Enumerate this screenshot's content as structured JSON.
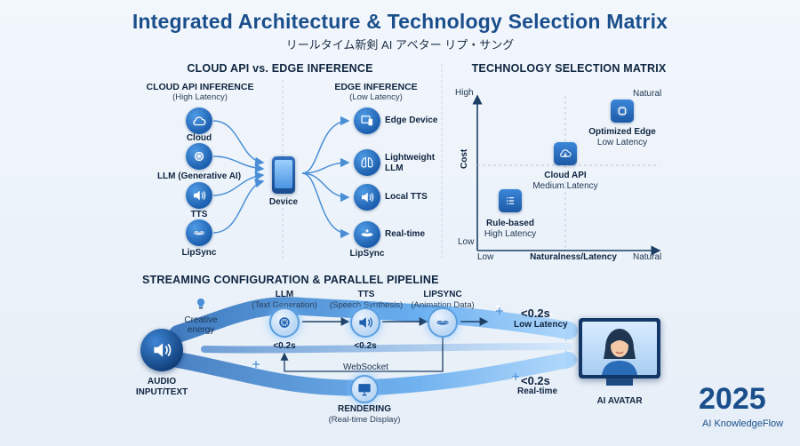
{
  "header": {
    "title": "Integrated Architecture & Technology Selection Matrix",
    "subtitle": "リールタイム新剣 AI アベター リプ・サング"
  },
  "cloud_vs_edge": {
    "section_title": "CLOUD API vs. EDGE INFERENCE",
    "cloud": {
      "title": "CLOUD API INFERENCE",
      "subtitle": "(High Latency)",
      "items": [
        "Cloud",
        "LLM (Generative AI)",
        "TTS",
        "LipSync"
      ]
    },
    "device_label": "Device",
    "edge": {
      "title": "EDGE INFERENCE",
      "subtitle": "(Low Latency)",
      "items": [
        "Edge Device",
        "Lightweight LLM",
        "Local TTS",
        "Real-time",
        "LipSync"
      ]
    }
  },
  "matrix": {
    "section_title": "TECHNOLOGY SELECTION MATRIX",
    "y_axis_label": "Cost",
    "y_high": "High",
    "y_low": "Low",
    "x_axis_label": "Naturalness/Latency",
    "x_low": "Low",
    "x_high": "Natural",
    "top_right_label": "Natural",
    "points": [
      {
        "name": "Optimized Edge",
        "detail": "Low Latency"
      },
      {
        "name": "Cloud API",
        "detail": "Medium Latency"
      },
      {
        "name": "Rule-based",
        "detail": "High Latency"
      }
    ]
  },
  "pipeline": {
    "section_title": "STREAMING CONFIGURATION & PARALLEL PIPELINE",
    "input_label": "AUDIO INPUT/TEXT",
    "creative_label": "Creative energy",
    "stages": [
      {
        "title": "LLM",
        "subtitle": "(Text Generation)",
        "latency": "<0.2s"
      },
      {
        "title": "TTS",
        "subtitle": "(Speech Synthesis)",
        "latency": "<0.2s"
      },
      {
        "title": "LIPSYNC",
        "subtitle": "(Animation Data)",
        "latency": ""
      }
    ],
    "websocket_label": "WebSocket",
    "rendering": {
      "title": "RENDERING",
      "subtitle": "(Real-time Display)"
    },
    "out_top": {
      "value": "<0.2s",
      "label": "Low Latency"
    },
    "out_bottom": {
      "value": "<0.2s",
      "label": "Real-time"
    },
    "output_label": "AI AVATAR"
  },
  "footer": {
    "year": "2025",
    "brand": "AI KnowledgeFlow"
  },
  "colors": {
    "accent": "#1a4f8c",
    "icon_blue": "#1c5fae",
    "flow_blue": "#3f86d6"
  }
}
